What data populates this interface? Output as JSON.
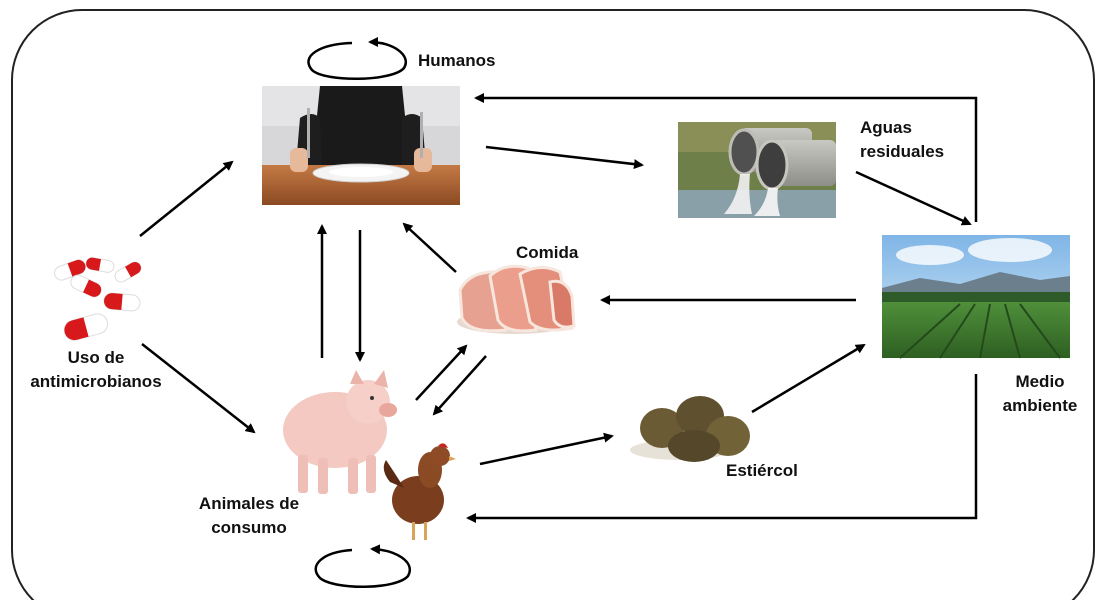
{
  "diagram": {
    "nodes": {
      "humanos": {
        "label": "Humanos",
        "icon": "people-at-table-icon"
      },
      "aguas": {
        "label_line1": "Aguas",
        "label_line2": "residuales",
        "icon": "sewage-pipes-icon"
      },
      "medio": {
        "label_line1": "Medio",
        "label_line2": "ambiente",
        "icon": "farm-field-icon"
      },
      "comida": {
        "label": "Comida",
        "icon": "raw-meat-icon"
      },
      "estiercol": {
        "label": "Estiércol",
        "icon": "manure-icon"
      },
      "animales": {
        "label_line1": "Animales de",
        "label_line2": "consumo",
        "icon": "pig-and-chicken-icon"
      },
      "uso": {
        "label_line1": "Uso de",
        "label_line2": "antimicrobianos",
        "icon": "pills-icon"
      }
    },
    "edges": [
      {
        "from": "uso",
        "to": "humanos"
      },
      {
        "from": "uso",
        "to": "animales"
      },
      {
        "from": "humanos",
        "to": "aguas"
      },
      {
        "from": "aguas",
        "to": "medio"
      },
      {
        "from": "medio",
        "to": "humanos"
      },
      {
        "from": "medio",
        "to": "comida"
      },
      {
        "from": "medio",
        "to": "animales"
      },
      {
        "from": "comida",
        "to": "humanos"
      },
      {
        "from": "humanos",
        "to": "animales"
      },
      {
        "from": "animales",
        "to": "humanos"
      },
      {
        "from": "animales",
        "to": "comida"
      },
      {
        "from": "comida",
        "to": "animales"
      },
      {
        "from": "animales",
        "to": "estiercol"
      },
      {
        "from": "estiercol",
        "to": "medio"
      },
      {
        "from": "humanos",
        "to": "humanos"
      },
      {
        "from": "animales",
        "to": "animales"
      }
    ],
    "colors": {
      "arrow": "#000000",
      "border": "#222222",
      "pill_red": "#d7191c",
      "meat": "#e9a090",
      "sky": "#9cc9ea",
      "field": "#3e7a2e"
    }
  }
}
